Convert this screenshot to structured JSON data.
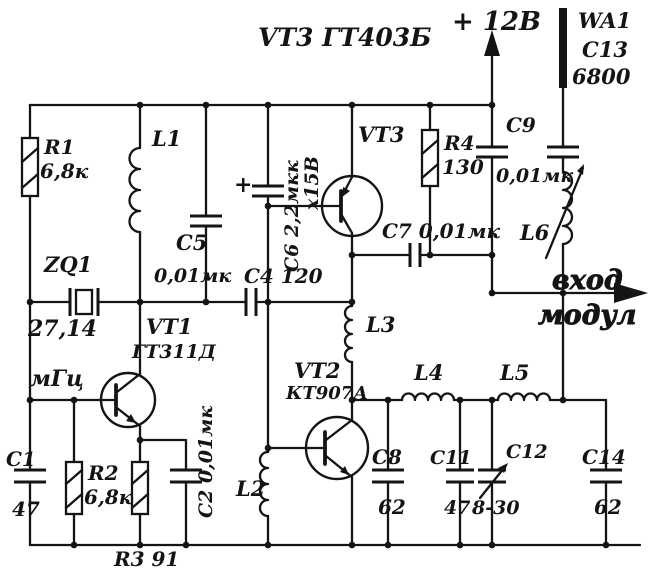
{
  "colors": {
    "ink": "#141414",
    "paper": "#ffffff"
  },
  "heading": "VT3 ГТ403Б",
  "power": {
    "label": "+ 12В"
  },
  "antenna": {
    "name": "WA1"
  },
  "mod_input": {
    "line1": "вход",
    "line2": "модул"
  },
  "components": {
    "R1": {
      "ref": "R1",
      "value": "6,8к"
    },
    "R2": {
      "ref": "R2",
      "value": "6,8к"
    },
    "R3": {
      "ref": "R3 91"
    },
    "R4": {
      "ref": "R4",
      "value": "130"
    },
    "C1": {
      "ref": "C1",
      "value": "47"
    },
    "C2": {
      "ref": "C2 0,01мк"
    },
    "C4": {
      "ref": "C4 120"
    },
    "C5": {
      "ref": "C5",
      "value": "0,01мк"
    },
    "C6": {
      "ref": "С6 2,2мкк",
      "value": "х15В",
      "polarity": "+"
    },
    "C7": {
      "ref": "C7 0,01мк"
    },
    "C8": {
      "ref": "C8",
      "value": "62"
    },
    "C9": {
      "ref": "C9",
      "value": "0,01мк"
    },
    "C11": {
      "ref": "C11",
      "value": "47"
    },
    "C12": {
      "ref": "C12",
      "value": "8-30"
    },
    "C13": {
      "ref": "C13",
      "value": "6800"
    },
    "C14": {
      "ref": "C14",
      "value": "62"
    },
    "L1": {
      "ref": "L1"
    },
    "L2": {
      "ref": "L2"
    },
    "L3": {
      "ref": "L3"
    },
    "L4": {
      "ref": "L4"
    },
    "L5": {
      "ref": "L5"
    },
    "L6": {
      "ref": "L6"
    },
    "ZQ1": {
      "ref": "ZQ1",
      "value": "27,14",
      "unit": "мГц"
    },
    "VT1": {
      "ref": "VT1",
      "type": "ГТ311Д"
    },
    "VT2": {
      "ref": "VT2",
      "type": "КТ907А"
    },
    "VT3": {
      "ref": "VT3"
    }
  }
}
